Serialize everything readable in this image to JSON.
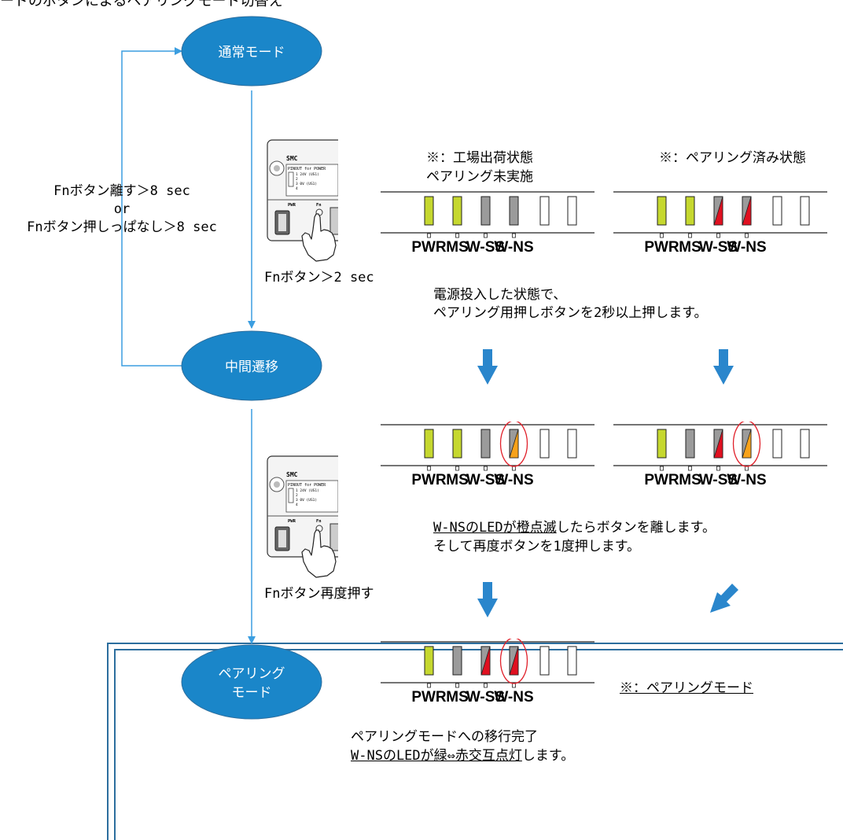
{
  "header": {
    "title_fragment": "ードのボタンによるペアリングモード切替え"
  },
  "states": {
    "normal": "通常モード",
    "intermediate": "中間遷移",
    "pairing_line1": "ペアリング",
    "pairing_line2": "モード"
  },
  "return_condition": {
    "line1": "Fnボタン離す＞8 sec",
    "line2": "or",
    "line3": "Fnボタン押しっぱなし＞8 sec"
  },
  "device": {
    "brand": "SMC",
    "pinout_title": "PINOUT for POWER",
    "pins": [
      "1  24V (US1)",
      "2",
      "3  0V (US1)",
      "4"
    ],
    "pwr": "PWR",
    "fn": "Fn"
  },
  "actions": {
    "press_2s": "Fnボタン＞2 sec",
    "press_again": "Fnボタン再度押す"
  },
  "panels": {
    "factory_line1": "※：工場出荷状態",
    "factory_line2": "ペアリング未実施",
    "paired": "※：ペアリング済み状態",
    "pairing_mode": "※：ペアリングモード"
  },
  "instructions": {
    "power_line1": "電源投入した状態で、",
    "power_line2": "ペアリング用押しボタンを2秒以上押します。",
    "blink_underlined": "W-NSのLEDが橙点滅",
    "blink_rest": "したらボタンを離します。",
    "again": "そして再度ボタンを1度押します。",
    "complete": "ペアリングモードへの移行完了",
    "alternate_underlined": "W-NSのLEDが緑⇔赤交互点灯",
    "alternate_rest": "します。"
  },
  "led_labels": [
    "PWR",
    "MS",
    "W-SS",
    "W-NS"
  ],
  "colors": {
    "state_fill": "#1a86c9",
    "arrow": "#3b9ee0",
    "down_arrow": "#2a86cc",
    "led_green": "#c6d82f",
    "led_gray": "#9b9b9b",
    "led_red": "#e01020",
    "led_orange": "#f7a21a",
    "highlight": "#e0202a",
    "frame": "#2c6e9e"
  }
}
